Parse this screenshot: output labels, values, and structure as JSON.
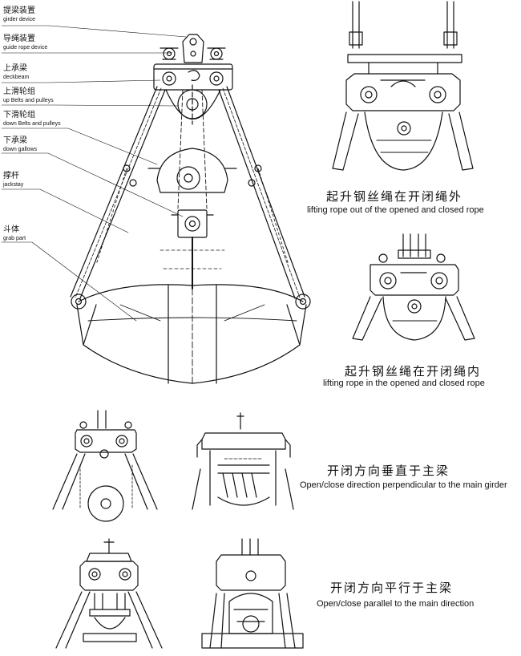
{
  "labels": [
    {
      "cn": "提梁装置",
      "en": "girder device"
    },
    {
      "cn": "导绳装置",
      "en": "guide rope device"
    },
    {
      "cn": "上承梁",
      "en": "deckbeam"
    },
    {
      "cn": "上滑轮组",
      "en": "up Belts and pulleys"
    },
    {
      "cn": "下滑轮组",
      "en": "down Belts and pulleys"
    },
    {
      "cn": "下承梁",
      "en": "down gallows"
    },
    {
      "cn": "撑杆",
      "en": "jackstay"
    },
    {
      "cn": "斗体",
      "en": "grab part"
    }
  ],
  "captions": [
    {
      "cn": "起升钢丝绳在开闭绳外",
      "en": "lifting rope out of  the opened and closed rope"
    },
    {
      "cn": "起升钢丝绳在开闭绳内",
      "en": "lifting rope in the opened and closed rope"
    },
    {
      "cn": "开闭方向垂直于主梁",
      "en": "Open/close direction perpendicular to the main girder"
    },
    {
      "cn": "开闭方向平行于主梁",
      "en": "Open/close parallel to the main direction"
    }
  ]
}
